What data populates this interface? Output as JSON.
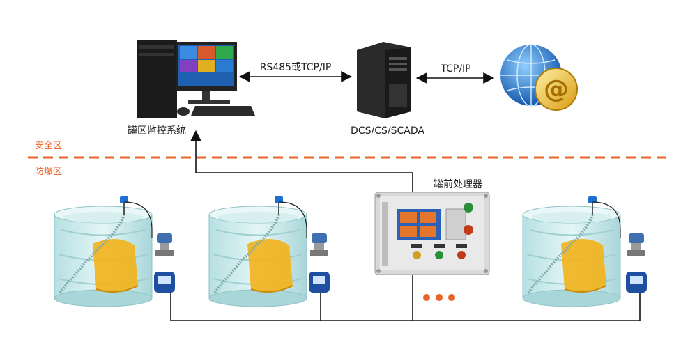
{
  "zones": {
    "safe": "安全区",
    "explosion_proof": "防爆区"
  },
  "nodes": {
    "monitor_system": "罐区监控系统",
    "dcs": "DCS/CS/SCADA",
    "pre_tank_processor": "罐前处理器"
  },
  "links": {
    "pc_to_dcs": "RS485或TCP/IP",
    "dcs_to_internet": "TCP/IP"
  },
  "colors": {
    "zone_line": "#e8642a",
    "wire": "#111111",
    "tank_body": "#cdebec",
    "liquid": "#f2b21a",
    "dots": "#e8642a"
  },
  "icons": {
    "computer": "desktop-computer-icon",
    "server": "server-tower-icon",
    "internet": "globe-at-icon",
    "processor": "control-cabinet-icon",
    "tank": "storage-tank-icon",
    "transmitter": "pressure-transmitter-icon",
    "display_unit": "field-display-icon"
  },
  "tank_count": 3
}
